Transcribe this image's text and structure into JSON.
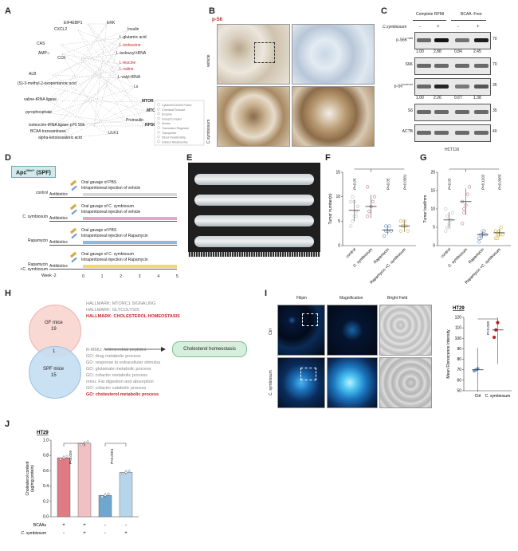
{
  "panels": {
    "A": "A",
    "B": "B",
    "C": "C",
    "D": "D",
    "E": "E",
    "F": "F",
    "G": "G",
    "H": "H",
    "I": "I",
    "J": "J"
  },
  "panelA": {
    "left_nodes": [
      "EIF4EBP1",
      "CXCL2",
      "CAS",
      "AMP¬",
      "CCK",
      "ALB",
      "(S)-3-methyl-2-oxopentanoic acid",
      "valine-tRNA ligase",
      "pyrophosphate",
      "isoleucine-tRNA ligase",
      "BCAA transaminase",
      "alpha-ketoisovaleric acid",
      "p70 S6k"
    ],
    "right_nodes": [
      "ERK",
      "Insulin",
      "L-glutamic acid",
      "L-isoleucine",
      "L-isoleucyl-tRNA",
      "L-leucine",
      "L-valine",
      "L-valyl-tRNA",
      "Ls",
      "MTOR",
      "MTORC1",
      "Proinsulin",
      "RPS6",
      "ULK1"
    ],
    "red_nodes": [
      "L-isoleucine",
      "L-leucine",
      "L-valine"
    ],
    "legend": [
      "Cytokine/Growth Factor",
      "Chemical/Toxicant",
      "Enzyme",
      "Group/Complex",
      "Kinase",
      "Translation Regulator",
      "Transporter",
      "Direct Relationship",
      "Indirect Relationship"
    ]
  },
  "panelB": {
    "stain": "p-S6",
    "rows": [
      "vehicle",
      "C.symbiosum"
    ]
  },
  "panelC": {
    "header_org": "C.symbiosum",
    "conditions": [
      "Complete RPMI",
      "BCAA -Free"
    ],
    "signs": [
      "-",
      "+",
      "-",
      "+"
    ],
    "rows": [
      {
        "label": "p-S6K",
        "sup": "T389",
        "kda": "70",
        "quant": [
          "1.00",
          "2.88",
          "0.84",
          "2.45"
        ]
      },
      {
        "label": "S6K",
        "kda": "70"
      },
      {
        "label": "p-S6",
        "sup": "S235/236",
        "kda": "35",
        "quant": [
          "1.00",
          "2.26",
          "0.67",
          "1.38"
        ]
      },
      {
        "label": "S6",
        "kda": "35"
      },
      {
        "label": "ACTB",
        "kda": "40"
      }
    ],
    "cell_line": "HCT116"
  },
  "panelD": {
    "title": "Apc",
    "title_sup": "Min/+",
    "title_suffix": "(SPF)",
    "groups": [
      {
        "name": "control",
        "line1": "Oral gavage of PBS",
        "line2": "Intraperitoneal injection of vehicle",
        "color": "#d9d9d9"
      },
      {
        "name": "C. symbiosum",
        "line1": "Oral gavage of C. symbiosum",
        "line2": "Intraperitoneal injection of vehicle",
        "color": "#e7a6c8"
      },
      {
        "name": "Rapamycin",
        "line1": "Oral gavage of PBS",
        "line2": "Intraperitoneal injection of Rapamycin",
        "color": "#8fb8de"
      },
      {
        "name": "Rapamycin\n+C. symbiosum",
        "line1": "Oral gavage of C. symbiosum",
        "line2": "Intraperitoneal injection of Rapamycin",
        "color": "#f0d96e"
      }
    ],
    "antibiotics": "Antibiotics",
    "week_label": "Week -2",
    "weeks": [
      "0",
      "1",
      "2",
      "3",
      "4",
      "5"
    ]
  },
  "chart_data": [
    {
      "type": "scatter",
      "panel": "F",
      "ylabel": "Tumor number(n)",
      "ylim": [
        0,
        15
      ],
      "yticks": [
        0,
        5,
        10,
        15
      ],
      "categories": [
        "control",
        "C. symbiosum",
        "Rapamycin",
        "Rapamycin\n+C. symbiosum"
      ],
      "means": [
        7.2,
        8.0,
        3.2,
        4.0
      ],
      "colors": [
        "#c8c8c8",
        "#c48aa8",
        "#7aa0c8",
        "#d8bd4c"
      ],
      "pvalues": [
        "P<0.05",
        "",
        "P<0.05",
        "P<0.0001"
      ],
      "points": [
        [
          4,
          5,
          6,
          7,
          8,
          9,
          10,
          9,
          6
        ],
        [
          6,
          7,
          8,
          9,
          10,
          12,
          7
        ],
        [
          2,
          3,
          3,
          4,
          3,
          2,
          4,
          3
        ],
        [
          3,
          4,
          5,
          4,
          3,
          5,
          4,
          4
        ]
      ]
    },
    {
      "type": "scatter",
      "panel": "G",
      "ylabel": "Tumor load/mm",
      "ylim": [
        0,
        20
      ],
      "yticks": [
        0,
        5,
        10,
        15,
        20
      ],
      "categories": [
        "control",
        "C. symbiosum",
        "Rapamycin",
        "Rapamycin\n+C. symbiosum"
      ],
      "means": [
        7.0,
        12.0,
        3.0,
        3.5
      ],
      "colors": [
        "#c8c8c8",
        "#c48aa8",
        "#7aa0c8",
        "#d8bd4c"
      ],
      "pvalues": [
        "P<0.05",
        "",
        "P=0.1102",
        "P<0.0005"
      ],
      "points": [
        [
          4,
          5,
          6,
          7,
          9,
          10,
          8,
          5
        ],
        [
          6,
          9,
          11,
          14,
          16,
          12,
          10
        ],
        [
          1,
          2,
          3,
          4,
          3,
          2,
          3,
          4
        ],
        [
          2,
          3,
          4,
          5,
          3,
          4,
          2,
          3
        ]
      ]
    },
    {
      "type": "scatter",
      "panel": "I",
      "title": "HT29",
      "ylabel": "Mean Florescence Intensity",
      "ylim": [
        50,
        120
      ],
      "yticks": [
        50,
        60,
        70,
        80,
        90,
        100,
        110,
        120
      ],
      "categories": [
        "Ctrl",
        "C. symbiosum"
      ],
      "means": [
        70,
        108
      ],
      "colors": [
        "#7aa0c8",
        "#c0262d"
      ],
      "pvalues": [
        "P<0.005"
      ],
      "points": [
        [
          69,
          70,
          71
        ],
        [
          101,
          108,
          115
        ]
      ]
    },
    {
      "type": "bar",
      "panel": "J",
      "title": "HT29",
      "ylabel": "Cholesterol content\n(µg/mg protein)",
      "ylim": [
        0,
        1.0
      ],
      "yticks": [
        0.0,
        0.2,
        0.4,
        0.6,
        0.8,
        1.0
      ],
      "values": [
        0.77,
        0.96,
        0.28,
        0.58
      ],
      "colors": [
        "#e07a84",
        "#f0c0c4",
        "#6fa7cf",
        "#b6d5ea"
      ],
      "pvalues": [
        "P<0.005",
        "P<0.0001"
      ],
      "row1_label": "BCAAs",
      "row1_signs": [
        "+",
        "+",
        "-",
        "-"
      ],
      "row2_label": "C. symbiosum",
      "row2_signs": [
        "-",
        "+",
        "-",
        "+"
      ]
    }
  ],
  "panelH": {
    "gf_label": "GF mice",
    "gf_count": "19",
    "spf_label": "SPF mice",
    "spf_count": "15",
    "overlap": "1",
    "hallmarks": [
      "HALLMARK: MTORC1 SIGNALING",
      "HALLMARK: GLYCOLYSIS"
    ],
    "hallmark_red": "HALLMARK: CHOLESTEROL HOMEOSTASIS",
    "go_terms": [
      "R-MMU: Antimicrobial peptides",
      "GO: drug metabolic process",
      "GO: response to extracellular stimulus",
      "GO: glutamate metabolic process",
      "GO: cofactor metabolic process",
      "mmu: Fat digestion and absorption",
      "GO: cofactor catabolic process"
    ],
    "go_red": "GO: cholesterol metabolic process",
    "result": "Cholesterol homeostasis"
  },
  "panelI": {
    "columns": [
      "Filipin",
      "Magnification",
      "Bright Field"
    ],
    "rows": [
      "Ctrl",
      "C. symbiosum"
    ]
  }
}
